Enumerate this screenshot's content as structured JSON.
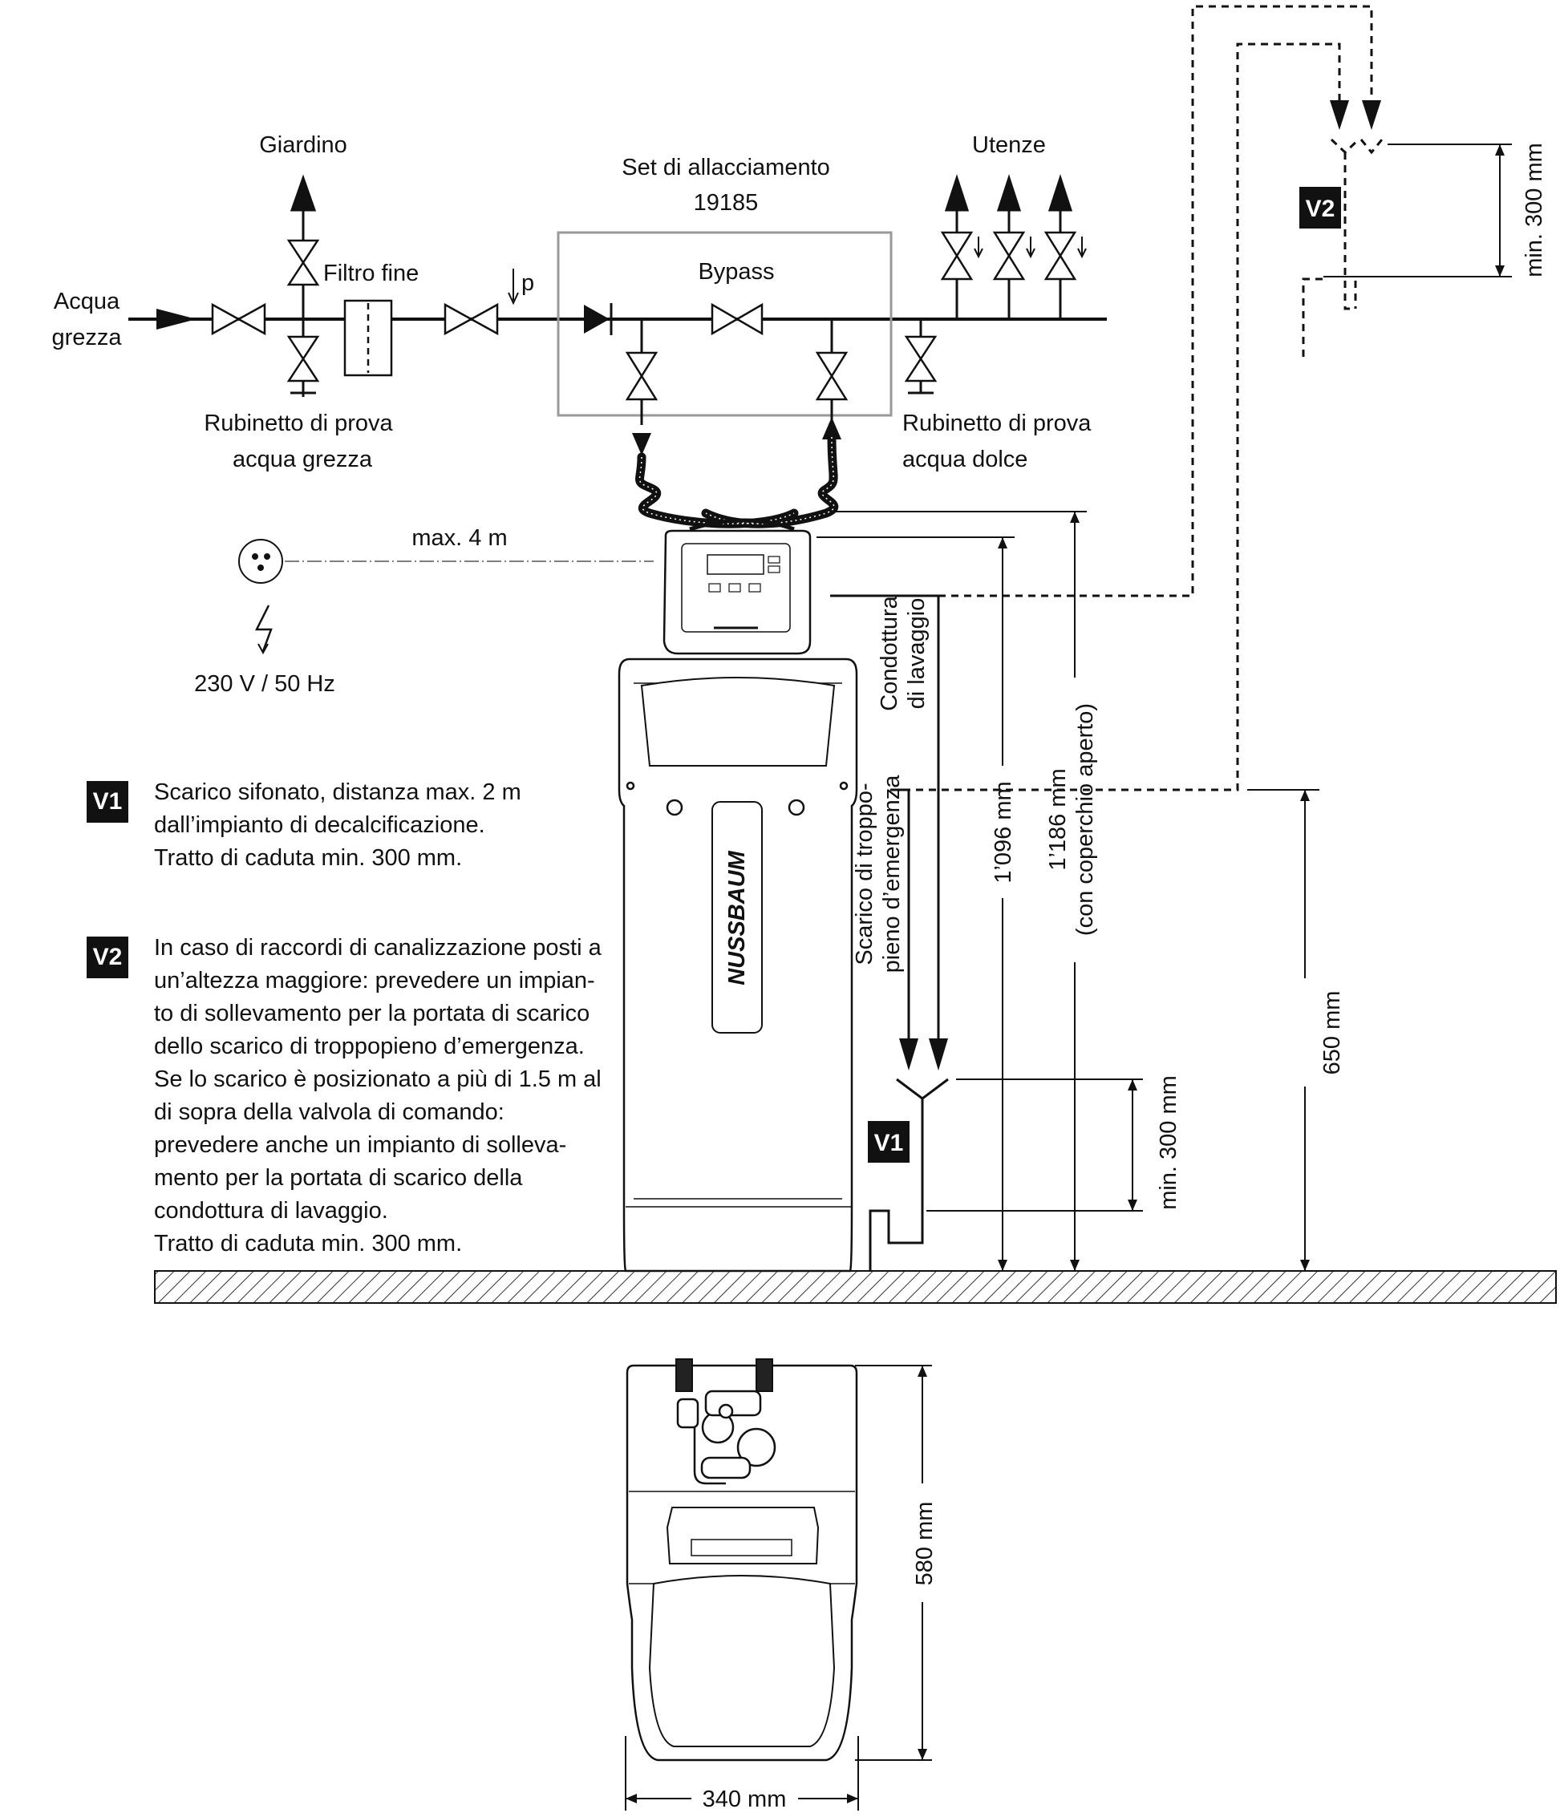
{
  "labels": {
    "acqua_grezza_1": "Acqua",
    "acqua_grezza_2": "grezza",
    "giardino": "Giardino",
    "filtro_fine": "Filtro fine",
    "p": "p",
    "set_1": "Set di allacciamento",
    "set_2": "19185",
    "bypass": "Bypass",
    "utenze": "Utenze",
    "rub_grezza_1": "Rubinetto di prova",
    "rub_grezza_2": "acqua grezza",
    "rub_dolce_1": "Rubinetto di prova",
    "rub_dolce_2": "acqua dolce",
    "max4m": "max. 4 m",
    "voltage": "230 V / 50 Hz",
    "condottura_1": "Condottura",
    "condottura_2": "di lavaggio",
    "scarico_1": "Scarico di troppo-",
    "scarico_2": "pieno d’emergenza",
    "dim_1096": "1’096 mm",
    "dim_1186_1": "1’186 mm",
    "dim_1186_2": "(con coperchio aperto)",
    "dim_650": "650 mm",
    "dim_min300_a": "min. 300 mm",
    "dim_min300_b": "min. 300 mm",
    "dim_580": "580 mm",
    "dim_340": "340 mm",
    "brand": "NUSSBAUM",
    "v1": "V1",
    "v2": "V2"
  },
  "notes": {
    "v1_badge": "V1",
    "v1_lines": [
      "Scarico sifonato, distanza max. 2 m",
      "dall’impianto di decalcificazione.",
      "Tratto di caduta min. 300 mm."
    ],
    "v2_badge": "V2",
    "v2_lines": [
      "In caso di raccordi di canalizzazione posti a",
      "un’altezza maggiore: prevedere un impian-",
      "to di sollevamento per la portata di scarico",
      "dello scarico di troppopieno d’emergenza.",
      "Se lo scarico è posizionato a più di 1.5 m al",
      "di sopra della valvola di comando:",
      "prevedere anche un impianto di solleva-",
      "mento per la portata di scarico della",
      "condottura di lavaggio.",
      "Tratto di caduta min. 300 mm."
    ]
  }
}
